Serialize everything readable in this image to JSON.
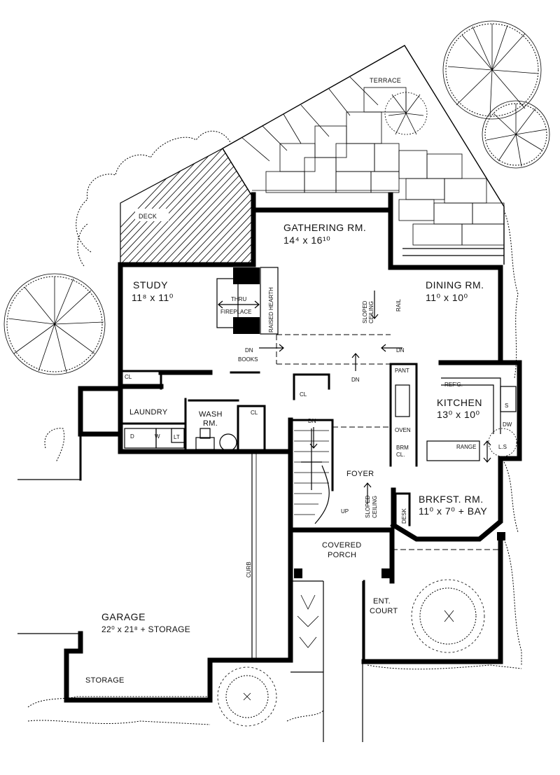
{
  "rooms": {
    "terrace": "TERRACE",
    "deck": "DECK",
    "gathering_name": "GATHERING RM.",
    "gathering_dims": "14⁴ x 16¹⁰",
    "study_name": "STUDY",
    "study_dims": "11⁸ x 11⁰",
    "dining_name": "DINING RM.",
    "dining_dims": "11⁰ x 10⁰",
    "kitchen_name": "KITCHEN",
    "kitchen_dims": "13⁰ x 10⁰",
    "brkfst_name": "BRKFST. RM.",
    "brkfst_dims": "11⁰ x 7⁰ + BAY",
    "laundry": "LAUNDRY",
    "wash_line1": "WASH",
    "wash_line2": "RM.",
    "foyer": "FOYER",
    "porch_line1": "COVERED",
    "porch_line2": "PORCH",
    "court_line1": "ENT.",
    "court_line2": "COURT",
    "garage_name": "GARAGE",
    "garage_dims": "22⁰ x 21⁸ + STORAGE",
    "storage": "STORAGE"
  },
  "notes": {
    "thru": "THRU",
    "fireplace": "FIREPLACE",
    "raised_hearth": "RAISED HEARTH",
    "sloped": "SLOPED",
    "ceiling": "CEILING",
    "rail": "RAIL",
    "dn": "DN",
    "up": "UP",
    "books": "BOOKS",
    "cl": "CL",
    "pant": "PANT",
    "oven": "OVEN",
    "brm": "BRM",
    "brm_cl": "CL.",
    "refg": "REF'G.",
    "range": "RANGE",
    "s": "S",
    "dw": "DW",
    "ls": "L.S",
    "desk": "DESK",
    "curb": "CURB",
    "d": "D",
    "w": "W",
    "lt": "LT"
  }
}
